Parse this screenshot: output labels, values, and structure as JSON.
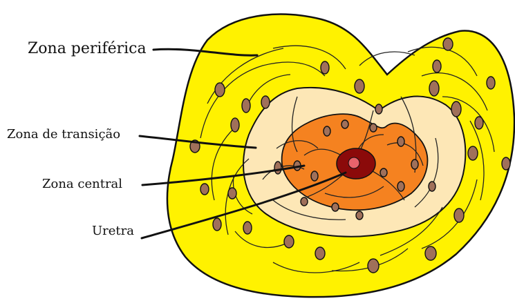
{
  "labels": {
    "peripheral_zone": "Zona periférica",
    "transition_zone": "Zona de transição",
    "central_zone": "Zona central",
    "urethra": "Uretra"
  },
  "colors": {
    "peripheral_zone": "#FFF200",
    "transition_zone": "#FDE7B6",
    "central_zone": "#F58220",
    "urethra": "#8B0A0A",
    "urethra_lumen": "#E8636B",
    "glands": "#A0705A",
    "outline": "#111111"
  }
}
